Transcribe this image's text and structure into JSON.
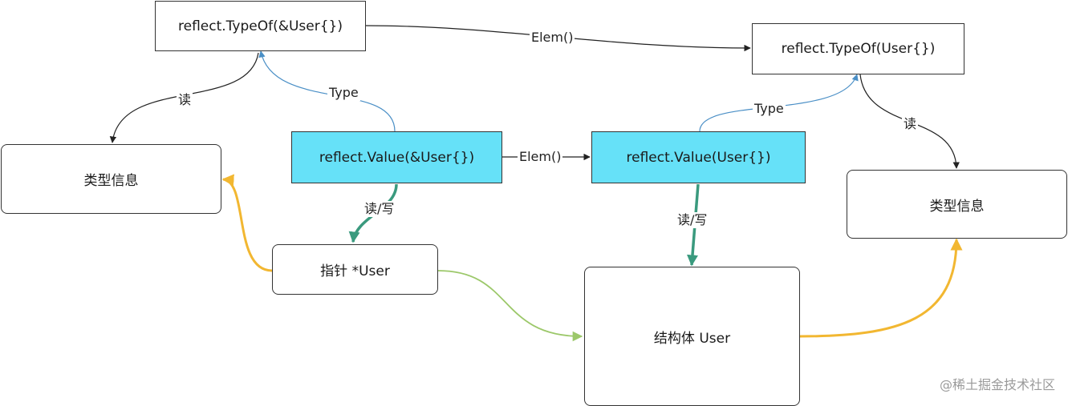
{
  "nodes": {
    "typeof_ptr": "reflect.TypeOf(&User{})",
    "typeof_struct": "reflect.TypeOf(User{})",
    "value_ptr": "reflect.Value(&User{})",
    "value_struct": "reflect.Value(User{})",
    "typeinfo_left": "类型信息",
    "typeinfo_right": "类型信息",
    "pointer": "指针 *User",
    "struct": "结构体 User"
  },
  "edges": {
    "elem_top": "Elem()",
    "elem_mid": "Elem()",
    "type_left": "Type",
    "type_right": "Type",
    "read_left": "读",
    "read_right": "读",
    "rw_left": "读/写",
    "rw_right": "读/写"
  },
  "watermark": "@稀土掘金技术社区",
  "colors": {
    "value_box": "#66e1f8",
    "type_edge": "#4a8fc6",
    "rw_edge": "#3a9a7e",
    "to_struct_edge": "#9cc86a",
    "to_typeinfo_edge": "#f2b731",
    "default_edge": "#222222"
  }
}
